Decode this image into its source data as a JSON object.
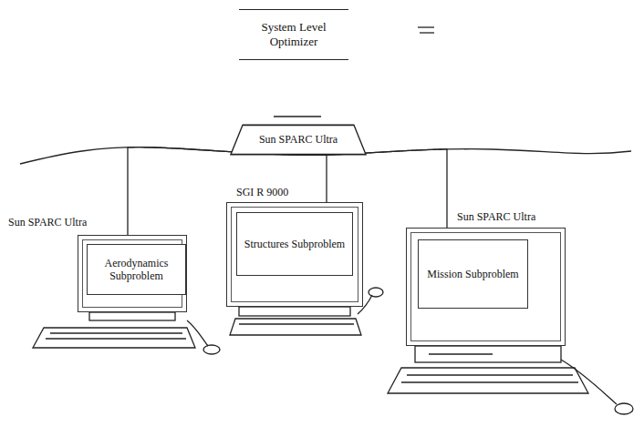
{
  "diagram": {
    "nodes": [
      {
        "text": [
          "System Level Optimizer"
        ]
      },
      {
        "text": [
          "Sun SPARC Ultra"
        ]
      },
      {
        "text": [
          "Sun SPARC Ultra"
        ]
      },
      {
        "text": [
          "Aerodynamics Subproblem"
        ],
        "in": 2
      },
      {
        "text": [
          "SGI R 9000"
        ]
      },
      {
        "text": [
          "Structures Subproblem"
        ],
        "in": 4
      },
      {
        "text": [
          "Sun SPARC Ultra"
        ]
      },
      {
        "text": [
          "Mission Subproblem"
        ],
        "in": 6
      }
    ],
    "edges": [
      {
        "from": 1,
        "to": 2,
        "arrow": "none"
      },
      {
        "from": 1,
        "to": 4,
        "arrow": "none"
      },
      {
        "from": 1,
        "to": 6,
        "arrow": "none"
      }
    ]
  }
}
